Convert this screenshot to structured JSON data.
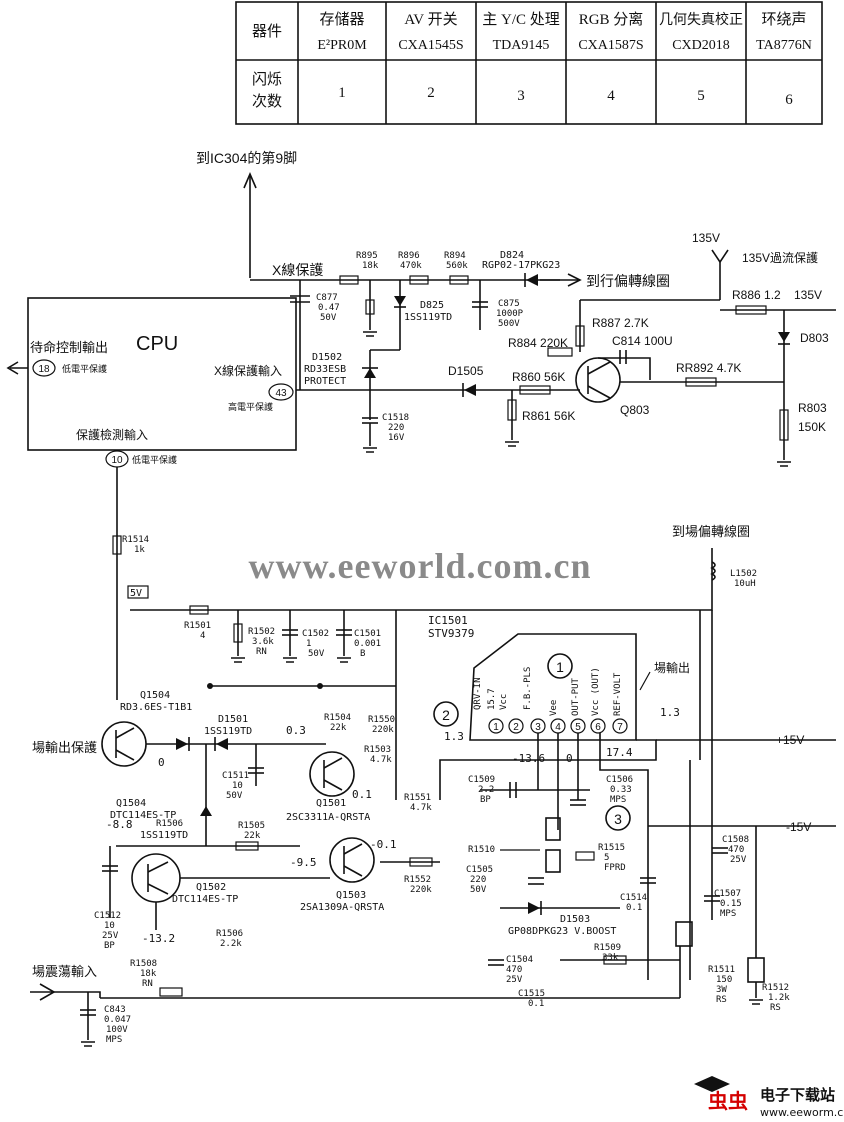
{
  "table": {
    "corner_label": "器件",
    "row2_label_line1": "闪烁",
    "row2_label_line2": "次数",
    "columns": [
      {
        "name": "存储器",
        "part": "E²PR0M",
        "count": "1"
      },
      {
        "name": "AV 开关",
        "part": "CXA1545S",
        "count": "2"
      },
      {
        "name": "主 Y/C 处理",
        "part": "TDA9145",
        "count": "3"
      },
      {
        "name": "RGB 分离",
        "part": "CXA1587S",
        "count": "4"
      },
      {
        "name": "几何失真校正",
        "part": "CXD2018",
        "count": "5"
      },
      {
        "name": "环绕声",
        "part": "TA8776N",
        "count": "6"
      }
    ]
  },
  "labels": {
    "to_ic304": "到IC304的第9脚",
    "x_protect": "X線保護",
    "to_h_yoke": "到行偏轉線圈",
    "v135": "135V",
    "v135_ocp": "135V過流保護",
    "v135_out": "135V",
    "cpu": "CPU",
    "standby_out": "待命控制輸出",
    "pin18": "18",
    "low_level_protect_1": "低電平保護",
    "x_protect_in": "X線保護輸入",
    "pin43": "43",
    "high_level_protect": "高電平保護",
    "protect_detect_in": "保護檢測輸入",
    "pin10": "10",
    "low_level_protect_2": "低電平保護",
    "watermark": "www.eeworld.com.cn",
    "to_v_yoke": "到場偏轉線圈",
    "v_out": "場輸出",
    "v_out_protect": "場輸出保護",
    "v_osc_in": "場震蕩輸入",
    "plus15": "+15V",
    "minus15": "-15V",
    "logo_chars": "虫虫",
    "logo_title": "电子下载站",
    "logo_url": "www.eeworm.com"
  },
  "components": {
    "R895": "R895",
    "R895_v": "18k",
    "R896": "R896",
    "R896_v": "470k",
    "R894": "R894",
    "R894_v": "560k",
    "D824": "D824",
    "D824_v": "RGP02-17PKG23",
    "C877": "C877",
    "C877_v1": "0.47",
    "C877_v2": "50V",
    "D825": "D825",
    "D825_v": "1SS119TD",
    "C875": "C875",
    "C875_v1": "1000P",
    "C875_v2": "500V",
    "R886": "R886 1.2",
    "R887": "R887 2.7K",
    "R884": "R884 220K",
    "C814": "C814 100U",
    "D803": "D803",
    "D1502": "D1502",
    "D1502_v": "RD33ESB",
    "D1502_v2": "PROTECT",
    "D1505": "D1505",
    "R860": "R860 56K",
    "R861": "R861 56K",
    "RR892": "RR892 4.7K",
    "Q803": "Q803",
    "R803": "R803",
    "R803_v": "150K",
    "C1518": "C1518",
    "C1518_v1": "220",
    "C1518_v2": "16V",
    "R1514": "R1514",
    "R1514_v": "1k",
    "tag_5v": "5V",
    "R1501": "R1501",
    "R1501_v": "4",
    "R1502": "R1502",
    "R1502_v1": "3.6k",
    "R1502_v2": "RN",
    "C1502": "C1502",
    "C1502_v1": "1",
    "C1502_v2": "50V",
    "C1501": "C1501",
    "C1501_v1": "0.001",
    "C1501_v2": "B",
    "IC1501": "IC1501",
    "IC1501_v": "STV9379",
    "ic_pins": [
      "QRV-IN",
      "Vcc",
      "F.B.-PLS",
      "Vee",
      "OUT-PUT",
      "Vcc (OUT)",
      "REF-VOLT"
    ],
    "ic_pin_nums": [
      "1",
      "2",
      "3",
      "4",
      "5",
      "6",
      "7"
    ],
    "ic_pin_15": "15.7",
    "Q1504": "Q1504",
    "Q1504_v": "RD3.6ES-T1B1",
    "D1501": "D1501",
    "D1501_v": "1SS119TD",
    "R1504": "R1504",
    "R1504_v": "22k",
    "R1550": "R1550",
    "R1550_v": "220k",
    "R1503": "R1503",
    "R1503_v": "4.7k",
    "C1511": "C1511",
    "C1511_v1": "10",
    "C1511_v2": "50V",
    "Q1501": "Q1501",
    "Q1501_v": "2SC3311A-QRSTA",
    "Q1504b": "Q1504",
    "Q1504b_v": "DTC114ES-TP",
    "R1506": "R1506",
    "D1506_v": "1SS119TD",
    "R1505": "R1505",
    "R1505_v": "22k",
    "R1551": "R1551",
    "R1551_v": "4.7k",
    "Q1503": "Q1503",
    "Q1503_v": "2SA1309A-QRSTA",
    "R1552": "R1552",
    "R1552_v": "220k",
    "Q1502": "Q1502",
    "Q1502_v": "DTC114ES-TP",
    "C1512": "C1512",
    "C1512_v1": "10",
    "C1512_v2": "25V",
    "C1512_v3": "BP",
    "R1506b": "R1506",
    "R1506b_v": "2.2k",
    "R1508": "R1508",
    "R1508_v1": "18k",
    "R1508_v2": "RN",
    "C843": "C843",
    "C843_v1": "0.047",
    "C843_v2": "100V",
    "C843_v3": "MPS",
    "L1502": "L1502",
    "L1502_v": "10uH",
    "C1509": "C1509",
    "C1509_v1": "2.2",
    "C1509_v2": "BP",
    "C1506": "C1506",
    "C1506_v1": "0.33",
    "C1506_v2": "MPS",
    "R1510": "R1510",
    "C1505": "C1505",
    "C1505_v1": "220",
    "C1505_v2": "50V",
    "R1515": "R1515",
    "R1515_v1": "5",
    "R1515_v2": "FPRD",
    "C1514": "C1514",
    "C1514_v": "0.1",
    "C1508": "C1508",
    "C1508_v1": "470",
    "C1508_v2": "25V",
    "C1507": "C1507",
    "C1507_v1": "0.15",
    "C1507_v2": "MPS",
    "D1503": "D1503",
    "D1503_v": "GP08DPKG23 V.BOOST",
    "C1504": "C1504",
    "C1504_v1": "470",
    "C1504_v2": "25V",
    "R1509": "R1509",
    "R1509_v": "33k",
    "C1515": "C1515",
    "C1515_v": "0.1",
    "R1511": "R1511",
    "R1511_v1": "150",
    "R1511_v2": "3W",
    "R1511_v3": "RS",
    "R1512": "R1512",
    "R1512_v1": "1.2k",
    "R1512_v2": "RS"
  },
  "voltages": {
    "v0_3": "0.3",
    "v0_1": "0.1",
    "v0": "0",
    "vm8_8": "-8.8",
    "vm9_5": "-9.5",
    "vm0_1": "-0.1",
    "vm13_2": "-13.2",
    "v1_3a": "1.3",
    "v1_3b": "1.3",
    "vm13_6": "-13.6",
    "v0b": "0",
    "v17_4": "17.4"
  }
}
